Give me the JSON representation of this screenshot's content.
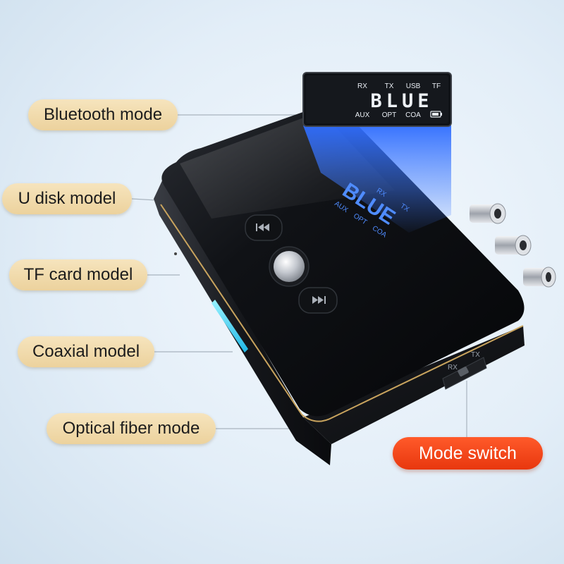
{
  "labels": {
    "bluetooth": "Bluetooth mode",
    "udisk": "U disk model",
    "tf": "TF card model",
    "coaxial": "Coaxial model",
    "optical": "Optical fiber mode",
    "mode_switch": "Mode switch"
  },
  "display": {
    "main_text": "BLUE",
    "top_indicators": [
      "RX",
      "TX",
      "USB",
      "TF"
    ],
    "bottom_indicators": [
      "AUX",
      "OPT",
      "COA"
    ]
  },
  "switch": {
    "left_label": "RX",
    "right_label": "TX"
  },
  "icons": {
    "prev": "previous-track-icon",
    "next": "next-track-icon",
    "battery": "battery-icon"
  },
  "colors": {
    "label_pill": "#ecd29d",
    "mode_pill": "#e8370e",
    "device_body": "#0b0d12",
    "display_blue": "#3f7bff"
  }
}
